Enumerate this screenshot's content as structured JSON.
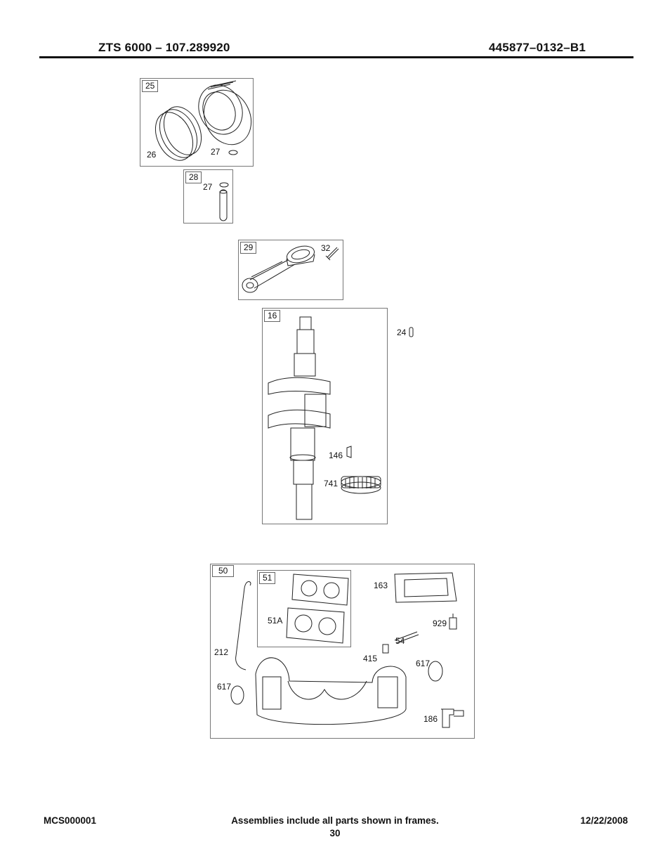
{
  "header": {
    "model": "ZTS 6000 – 107.289920",
    "part_code": "445877–0132–B1"
  },
  "frames": {
    "piston": {
      "tag": "25",
      "labels": {
        "rings": "26",
        "clip": "27"
      }
    },
    "pin": {
      "tag": "28",
      "labels": {
        "clip": "27"
      }
    },
    "rod": {
      "tag": "29",
      "labels": {
        "bolt": "32"
      }
    },
    "crankshaft": {
      "tag": "16",
      "labels": {
        "key_small": "24",
        "key": "146",
        "gear": "741"
      }
    },
    "manifold": {
      "tag": "50",
      "labels": {
        "gaskets": "51",
        "gasket_a": "51A",
        "plate": "163",
        "fitting": "929",
        "screw": "54",
        "nut": "415",
        "oring_right": "617",
        "wire": "212",
        "oring_left": "617",
        "elbow": "186"
      }
    }
  },
  "footer": {
    "doc_id": "MCS000001",
    "note": "Assemblies include all parts shown in frames.",
    "date": "12/22/2008",
    "page": "30"
  }
}
